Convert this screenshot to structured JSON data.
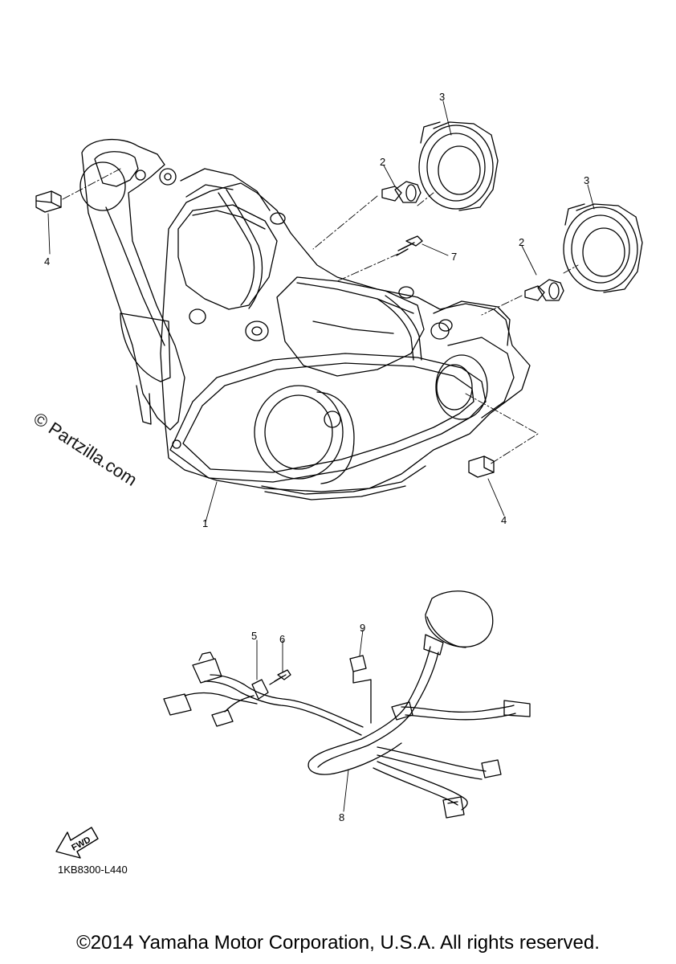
{
  "watermark": "© Partzilla.com",
  "diagram_code": "1KB8300-L440",
  "fwd_label": "FWD",
  "copyright": "©2014 Yamaha Motor Corporation, U.S.A. All rights reserved.",
  "callouts": {
    "c1": "1",
    "c2a": "2",
    "c2b": "2",
    "c3a": "3",
    "c3b": "3",
    "c4a": "4",
    "c4b": "4",
    "c5": "5",
    "c6": "6",
    "c7": "7",
    "c8": "8",
    "c9": "9"
  }
}
